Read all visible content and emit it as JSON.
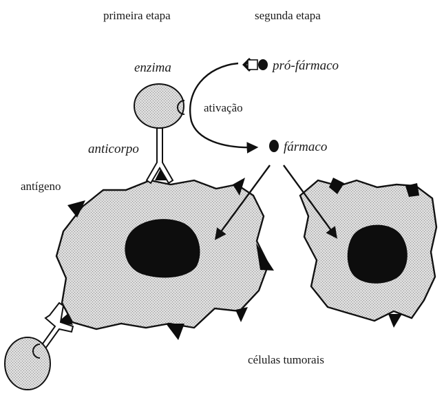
{
  "headers": {
    "first_stage": "primeira etapa",
    "second_stage": "segunda etapa"
  },
  "labels": {
    "enzyme": "enzima",
    "activation": "ativação",
    "antibody": "anticorpo",
    "antigen": "antígeno",
    "prodrug": "pró-fármaco",
    "drug": "fármaco",
    "tumor_cells": "células tumorais"
  },
  "colors": {
    "cell_fill": "#d6d6d6",
    "nucleus": "#0d0d0d",
    "outline": "#111111"
  }
}
